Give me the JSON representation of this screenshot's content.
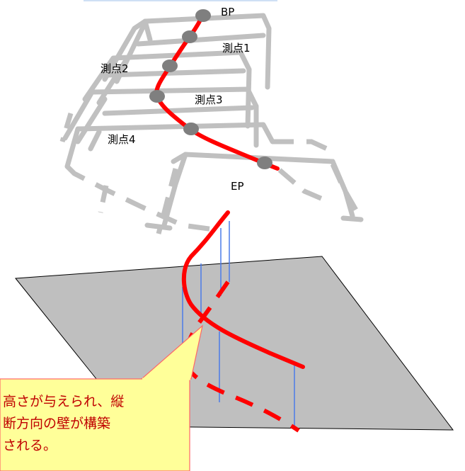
{
  "labels": {
    "bp": "BP",
    "ep": "EP",
    "station1": "測点1",
    "station2": "測点2",
    "station3": "測点3",
    "station4": "測点4"
  },
  "callout": {
    "line1": "高さが与えられ、縦",
    "line2": "断方向の壁が構築",
    "line3": "される。"
  },
  "colors": {
    "alignment": "#ff0000",
    "frame": "#c0c0c0",
    "ground": "#bfbfbf",
    "stake": "#4a7ae8",
    "node": "#7f7f7f",
    "callout_fill": "#ffff99",
    "callout_border": "#ff6666",
    "callout_text": "#c00000",
    "top_rule": "#cfe0f5"
  }
}
